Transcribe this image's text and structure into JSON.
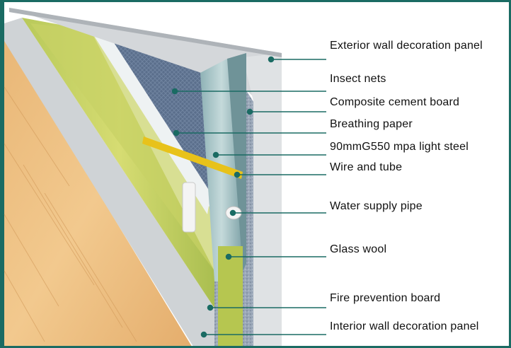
{
  "colors": {
    "frame": "#1a6b63",
    "leader": "#1a6b63",
    "dot": "#1a6b63"
  },
  "labels": [
    {
      "key": "exterior",
      "text": "Exterior wall decoration panel"
    },
    {
      "key": "insect",
      "text": "Insect nets"
    },
    {
      "key": "cement",
      "text": "Composite cement board"
    },
    {
      "key": "breathing",
      "text": "Breathing paper"
    },
    {
      "key": "steel",
      "text": "90mmG550 mpa light steel"
    },
    {
      "key": "wire",
      "text": "Wire and tube"
    },
    {
      "key": "water",
      "text": "Water supply pipe"
    },
    {
      "key": "glass",
      "text": "Glass wool"
    },
    {
      "key": "fire",
      "text": "Fire prevention board"
    },
    {
      "key": "interior",
      "text": "Interior wall decoration panel"
    }
  ]
}
